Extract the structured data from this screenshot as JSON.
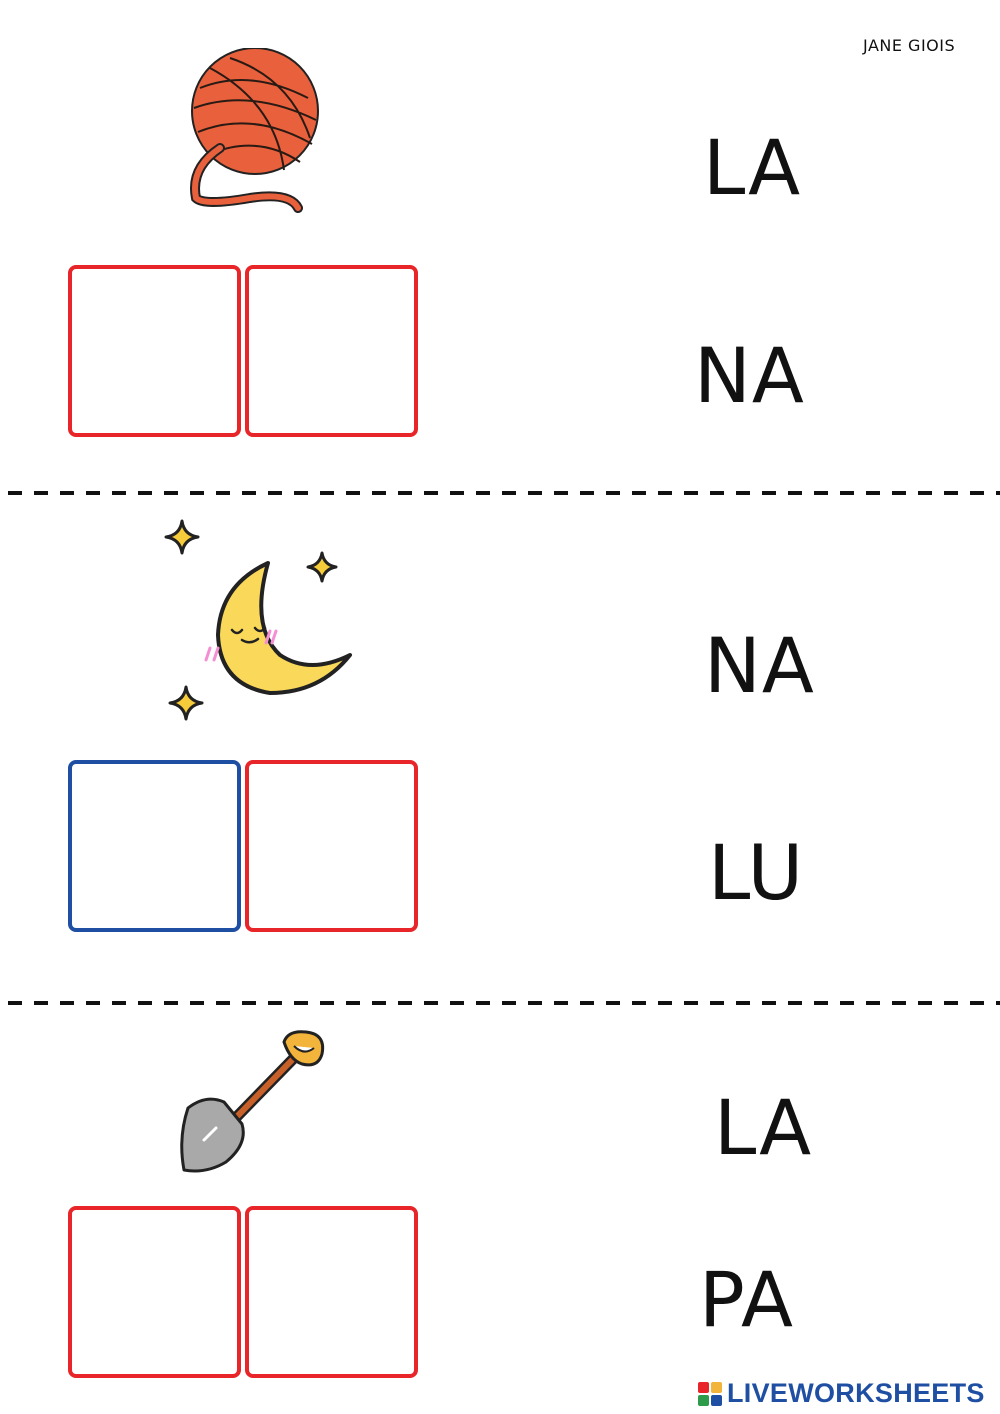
{
  "author": "JANE GIOIS",
  "sections": [
    {
      "picture": "yarn-ball",
      "syllables": [
        "LA",
        "NA"
      ],
      "box_colors": [
        "#e8262a",
        "#e8262a"
      ]
    },
    {
      "picture": "moon-with-stars",
      "syllables": [
        "NA",
        "LU"
      ],
      "box_colors": [
        "#1f4fa3",
        "#e8262a"
      ]
    },
    {
      "picture": "shovel",
      "syllables": [
        "LA",
        "PA"
      ],
      "box_colors": [
        "#e8262a",
        "#e8262a"
      ]
    }
  ],
  "colors": {
    "box_red": "#e8262a",
    "box_blue": "#1f4fa3",
    "yarn": "#e8603c",
    "moon": "#fad85a",
    "star": "#f7cc3a",
    "shovel_handle": "#c8602a",
    "shovel_blade": "#a9a9a9"
  },
  "brand": {
    "name": "LIVEWORKSHEETS",
    "icon": "liveworksheets-logo-icon"
  }
}
